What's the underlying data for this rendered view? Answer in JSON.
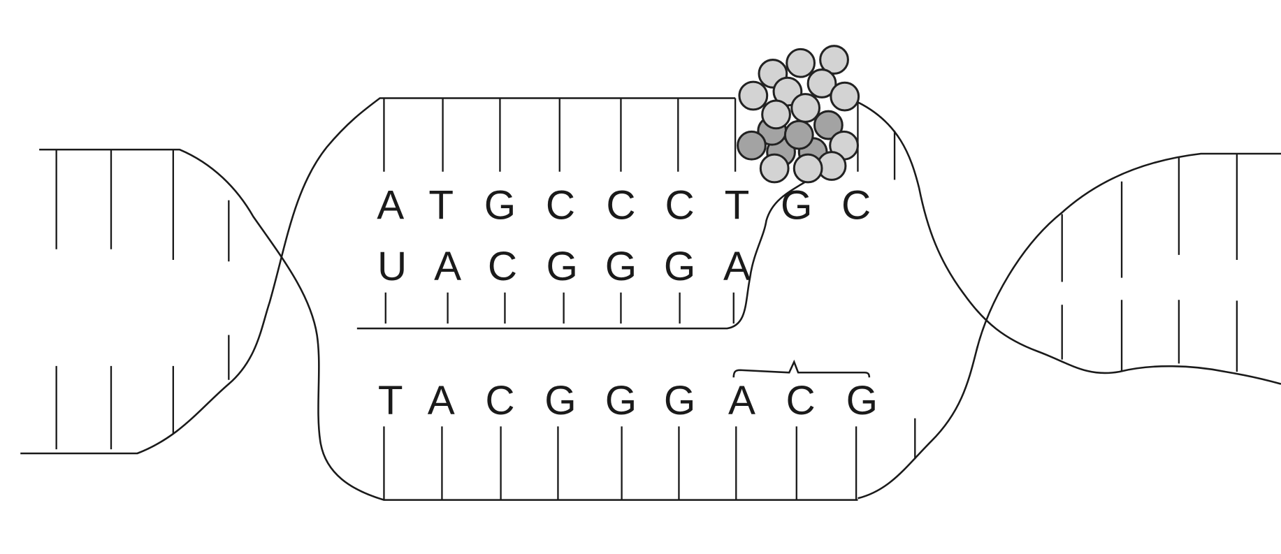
{
  "diagram": {
    "coding_strand": [
      "A",
      "T",
      "G",
      "C",
      "C",
      "C",
      "T",
      "G",
      "C"
    ],
    "mrna_strand": [
      "U",
      "A",
      "C",
      "G",
      "G",
      "G",
      "A"
    ],
    "template_strand": [
      "T",
      "A",
      "C",
      "G",
      "G",
      "G",
      "A",
      "C",
      "G"
    ]
  },
  "colors": {
    "line": "#1a1a1a",
    "ribosome_light": "#d3d3d3",
    "ribosome_dark": "#a3a3a3"
  }
}
